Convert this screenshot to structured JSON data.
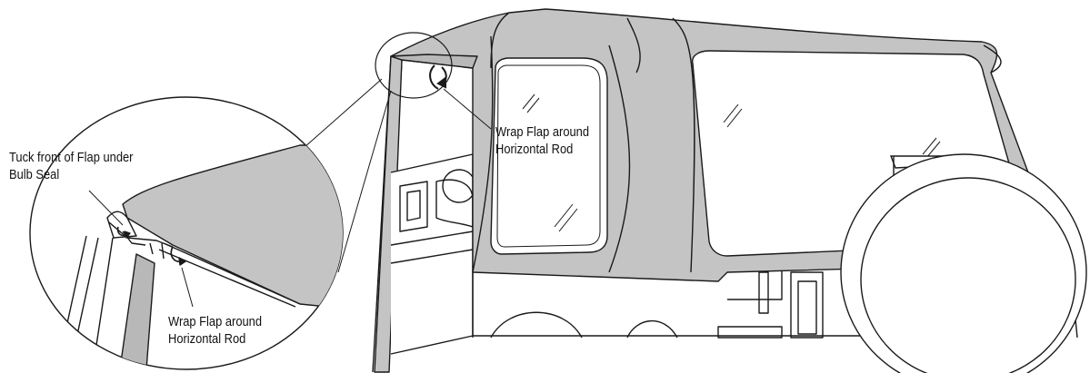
{
  "callouts": {
    "tuck_front": {
      "line1": "Tuck front of Flap under",
      "line2": "Bulb Seal"
    },
    "wrap_top": {
      "line1": "Wrap Flap around",
      "line2": "Horizontal Rod"
    },
    "wrap_bottom": {
      "line1": "Wrap Flap around",
      "line2": "Horizontal Rod"
    }
  },
  "colors": {
    "fabric": "#c4c4c4",
    "outline": "#1a1a1a",
    "glass": "#ffffff",
    "background": "#ffffff"
  }
}
